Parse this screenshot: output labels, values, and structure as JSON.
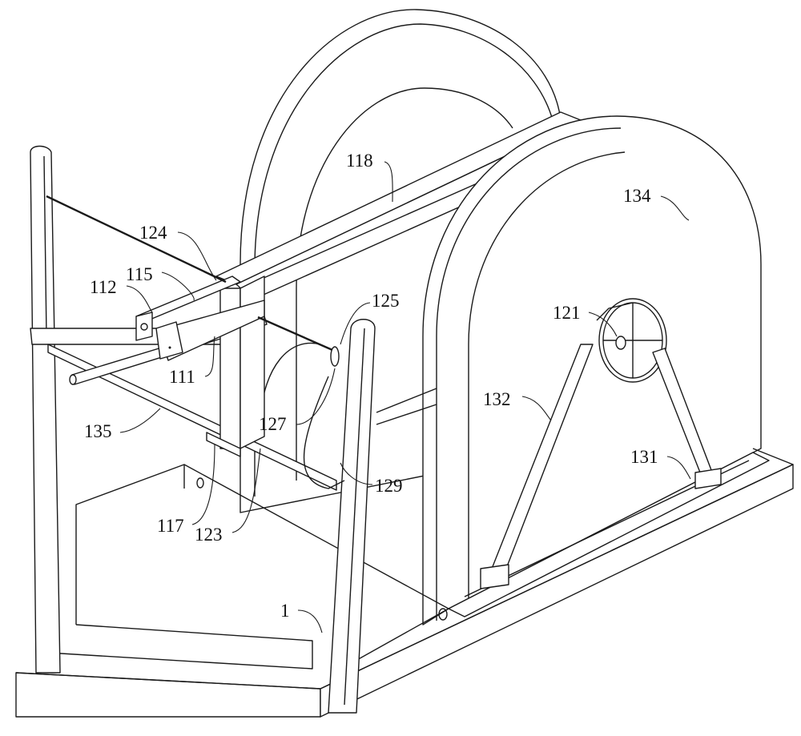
{
  "figure": {
    "labels": {
      "l118": "118",
      "l134": "134",
      "l124": "124",
      "l115": "115",
      "l112": "112",
      "l125": "125",
      "l121": "121",
      "l111": "111",
      "l132": "132",
      "l127": "127",
      "l135": "135",
      "l131": "131",
      "l129": "129",
      "l117": "117",
      "l123": "123",
      "l1": "1"
    }
  }
}
